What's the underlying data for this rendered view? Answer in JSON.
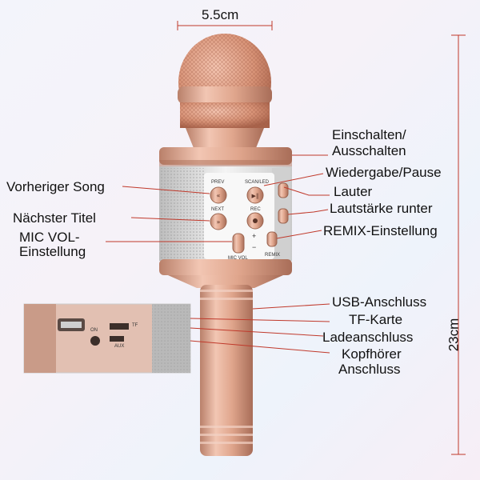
{
  "dimensions": {
    "width": "5.5cm",
    "height": "23cm"
  },
  "callouts_left": {
    "prev": "Vorheriger Song",
    "next": "Nächster Titel",
    "micvol_1": "MIC VOL-",
    "micvol_2": "Einstellung"
  },
  "callouts_right": {
    "power_1": "Einschalten/",
    "power_2": "Ausschalten",
    "play": "Wiedergabe/Pause",
    "vol_up": "Lauter",
    "vol_down": "Lautstärke runter",
    "remix": "REMIX-Einstellung",
    "usb": "USB-Anschluss",
    "tf": "TF-Karte",
    "charge": "Ladeanschluss",
    "headphone_1": "Kopfhörer",
    "headphone_2": "Anschluss"
  },
  "button_labels": {
    "prev": "PREV",
    "next": "NEXT",
    "scan": "SCAN/LED",
    "rec": "REC",
    "remix": "REMIX",
    "micvol": "MIC VOL",
    "plus": "+",
    "minus": "−"
  },
  "port_labels": {
    "on": "ON",
    "tf": "TF",
    "aux": "AUX"
  },
  "colors": {
    "rose_gold": "#d9a48c",
    "rose_gold_dark": "#b77a63",
    "silver": "#dcdcdc",
    "line": "#c0392b"
  }
}
